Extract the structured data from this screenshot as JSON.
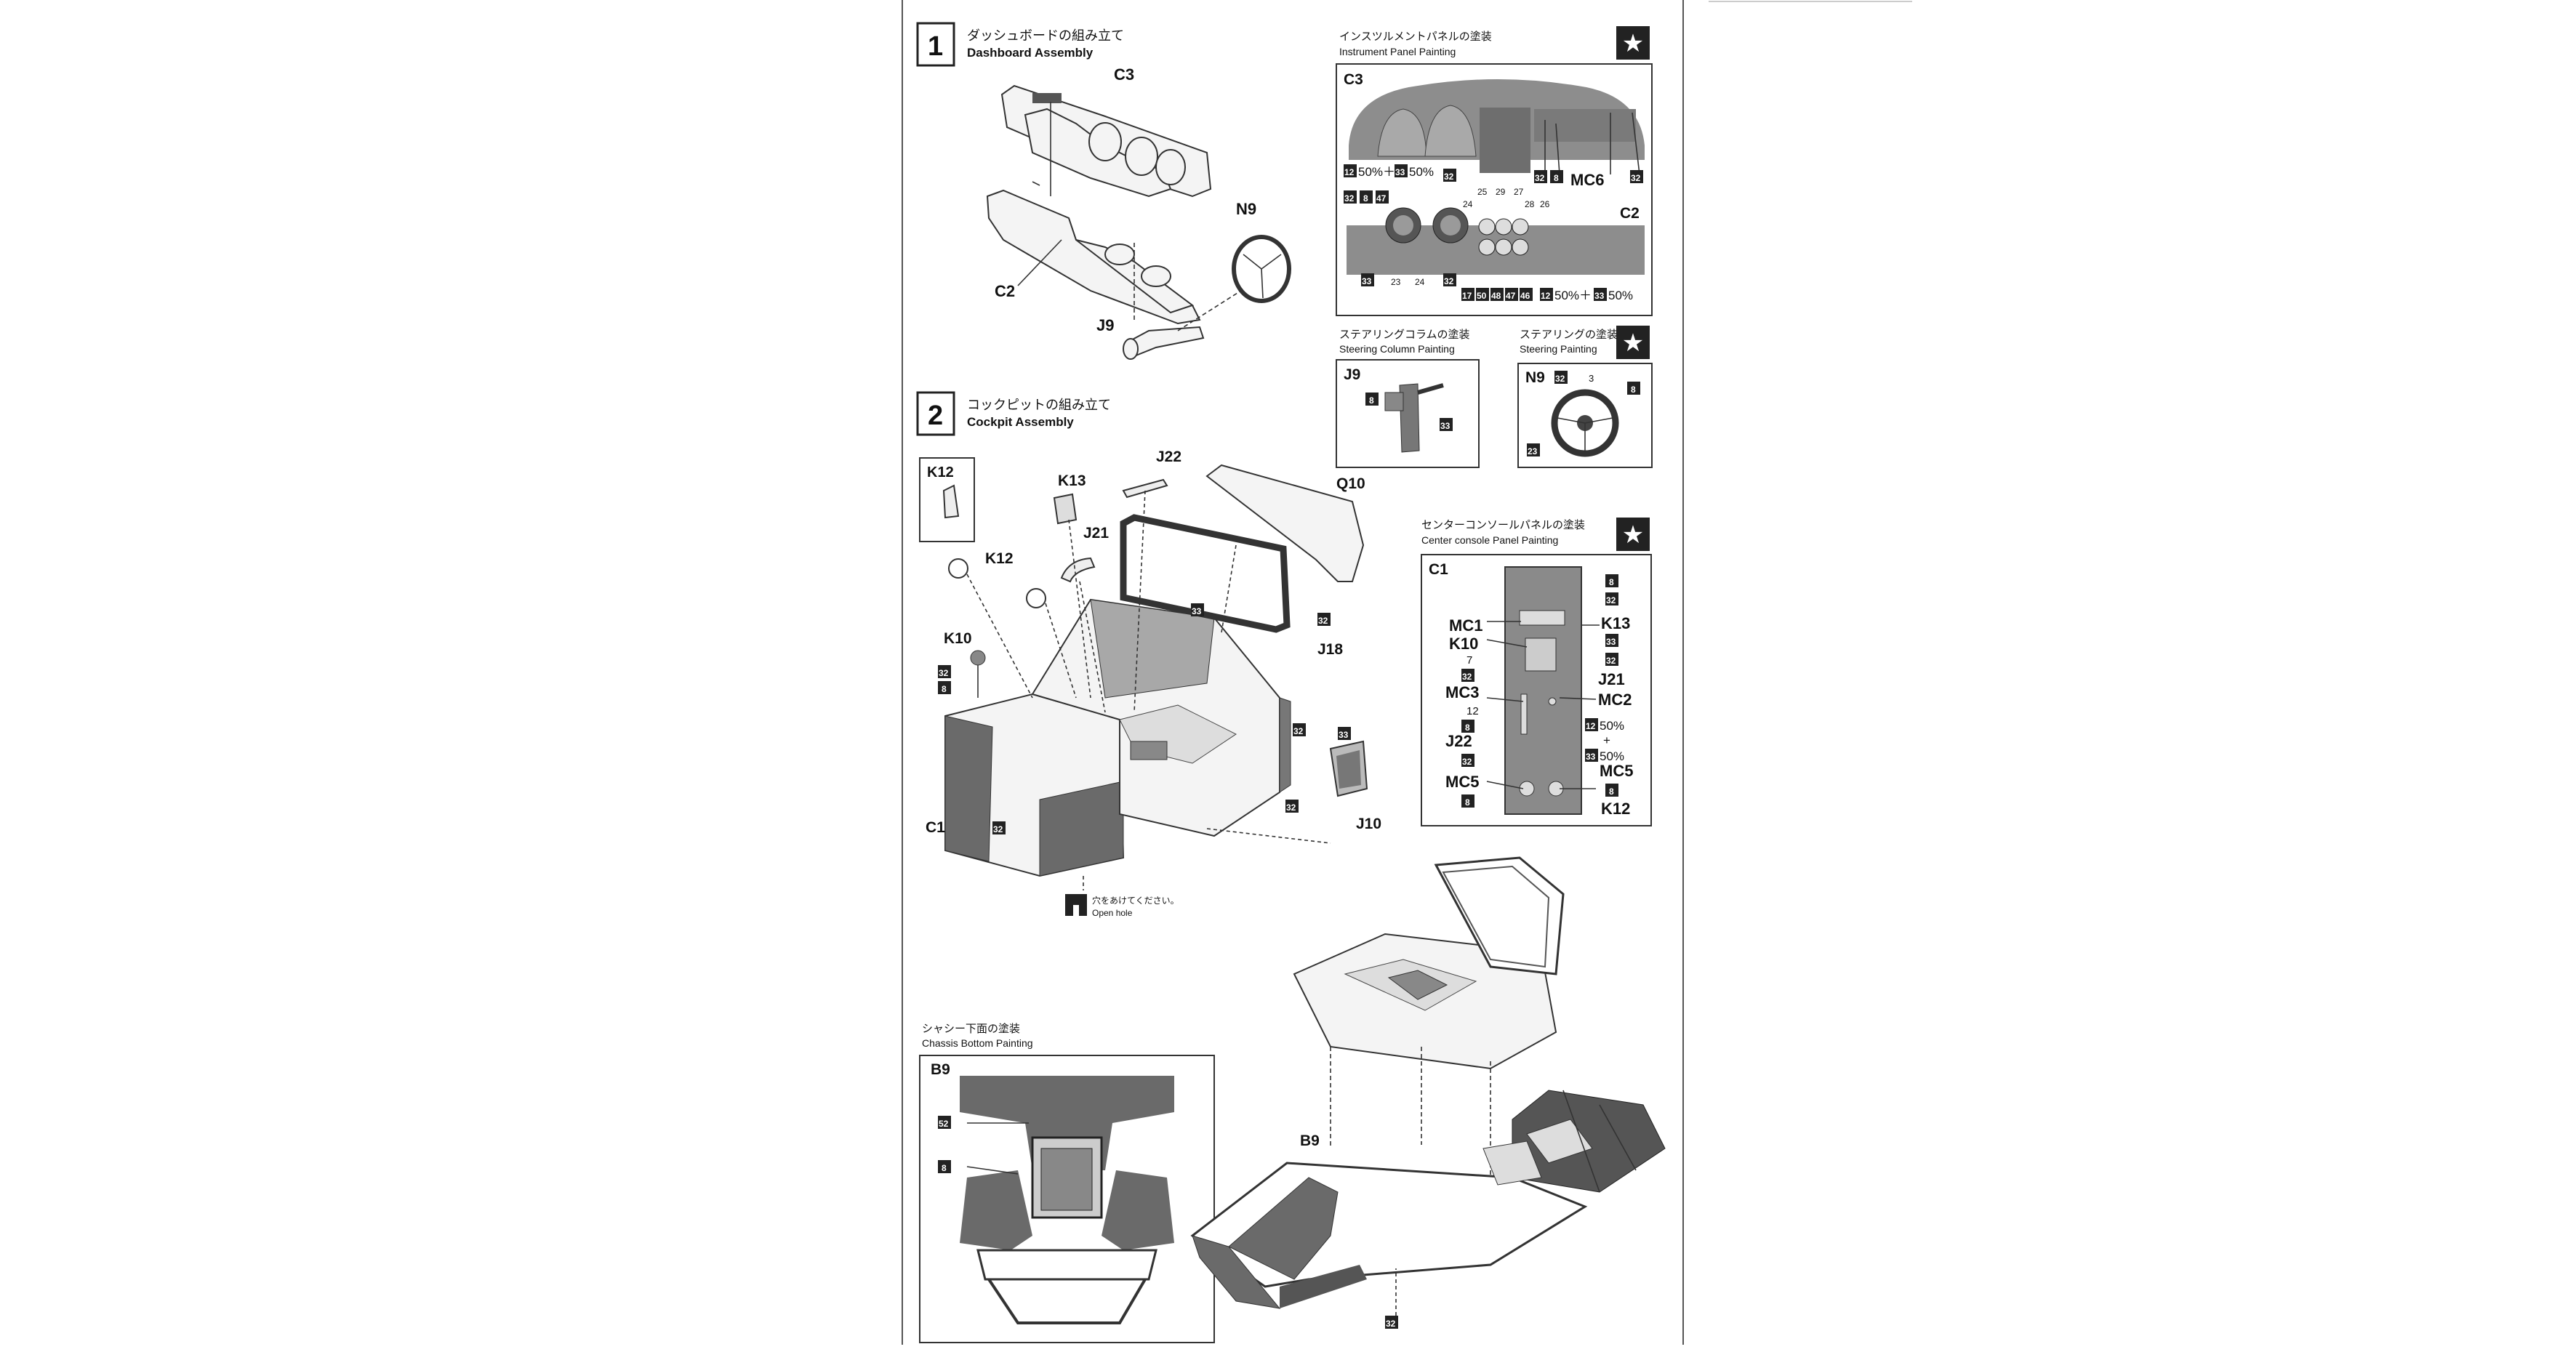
{
  "steps": [
    {
      "number": "1",
      "title_jp": "ダッシュボードの組み立て",
      "title_en": "Dashboard Assembly"
    },
    {
      "number": "2",
      "title_jp": "コックピットの組み立て",
      "title_en": "Cockpit Assembly"
    }
  ],
  "step1_parts": {
    "c3": "C3",
    "c2": "C2",
    "n9": "N9",
    "j9": "J9"
  },
  "instrument_panel": {
    "title_jp": "インスツルメントパネルの塗装",
    "title_en": "Instrument Panel Painting",
    "c3": "C3",
    "c2": "C2",
    "mc6": "MC6",
    "mix_top": "50%＋",
    "mix_top_b": "50%",
    "mix_bottom": "50%＋",
    "mix_bottom_b": "50%",
    "codes": {
      "x12": "12",
      "x33": "33",
      "x32": "32",
      "x8": "8",
      "x47": "47",
      "x17": "17",
      "x50": "50",
      "x48": "48",
      "x46": "46",
      "x23": "23",
      "x24": "24",
      "x25": "25",
      "x29": "29",
      "x27": "27",
      "x28": "28",
      "x26": "26"
    }
  },
  "steering_column": {
    "title_jp": "ステアリングコラムの塗装",
    "title_en": "Steering Column Painting",
    "part": "J9",
    "c8": "8",
    "c33": "33"
  },
  "steering": {
    "title_jp": "ステアリングの塗装",
    "title_en": "Steering Painting",
    "part": "N9",
    "c32": "32",
    "c3": "3",
    "c8": "8",
    "c23": "23"
  },
  "step2_parts": {
    "k12": "K12",
    "k12b": "K12",
    "k13": "K13",
    "j22": "J22",
    "j21": "J21",
    "q10": "Q10",
    "k10": "K10",
    "j18": "J18",
    "c1": "C1",
    "j10": "J10",
    "c32a": "32",
    "c8a": "8",
    "c33a": "33",
    "c32b": "32",
    "c32c": "32",
    "c32d": "32",
    "c33b": "33",
    "c32e": "32"
  },
  "open_hole": {
    "jp": "穴をあけてください。",
    "en": "Open hole"
  },
  "center_console": {
    "title_jp": "センターコンソールパネルの塗装",
    "title_en": "Center console Panel Painting",
    "part": "C1",
    "labels": {
      "mc1": "MC1",
      "k10": "K10",
      "mc3": "MC3",
      "j22": "J22",
      "mc5": "MC5",
      "k13": "K13",
      "j21": "J21",
      "mc2": "MC2",
      "mc5b": "MC5",
      "k12": "K12"
    },
    "mix": "50%",
    "plus": "+",
    "mix_b": "50%",
    "codes": {
      "c8": "8",
      "c32": "32",
      "c33": "33",
      "c7": "7",
      "c12": "12",
      "c12b": "12",
      "c33b": "33"
    }
  },
  "chassis_bottom": {
    "title_jp": "シャシー下面の塗装",
    "title_en": "Chassis Bottom Painting",
    "part": "B9",
    "c52": "52",
    "c8": "8"
  },
  "chassis_assembly": {
    "part": "B9",
    "c32": "32"
  }
}
